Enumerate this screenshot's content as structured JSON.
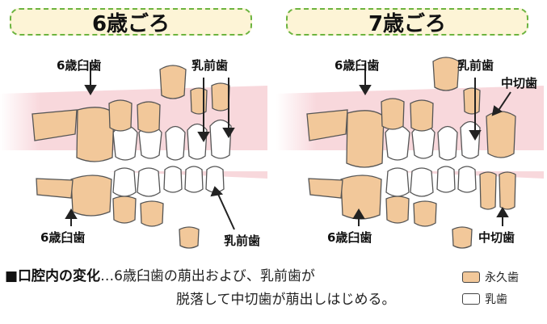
{
  "panels": [
    {
      "title": "6歳ごろ",
      "labels": {
        "molar_top": "6歳臼歯",
        "primary_top": "乳前歯",
        "molar_bottom": "6歳臼歯",
        "primary_bottom": "乳前歯"
      }
    },
    {
      "title": "7歳ごろ",
      "labels": {
        "molar_top": "6歳臼歯",
        "primary_top": "乳前歯",
        "incisor_top": "中切歯",
        "molar_bottom": "6歳臼歯",
        "incisor_bottom": "中切歯"
      }
    }
  ],
  "caption": {
    "head": "■口腔内の変化",
    "dots": "…",
    "line1": "6歳臼歯の萠出および、乳前歯が",
    "line2": "脱落して中切歯が萠出しはじめる。"
  },
  "legend": [
    {
      "label": "永久歯",
      "color": "#f2c89a"
    },
    {
      "label": "乳歯",
      "color": "#ffffff"
    }
  ],
  "colors": {
    "gum": "#f3b8c0",
    "permanent": "#f2c89a",
    "primary": "#ffffff",
    "frame": "#6cb43f"
  }
}
